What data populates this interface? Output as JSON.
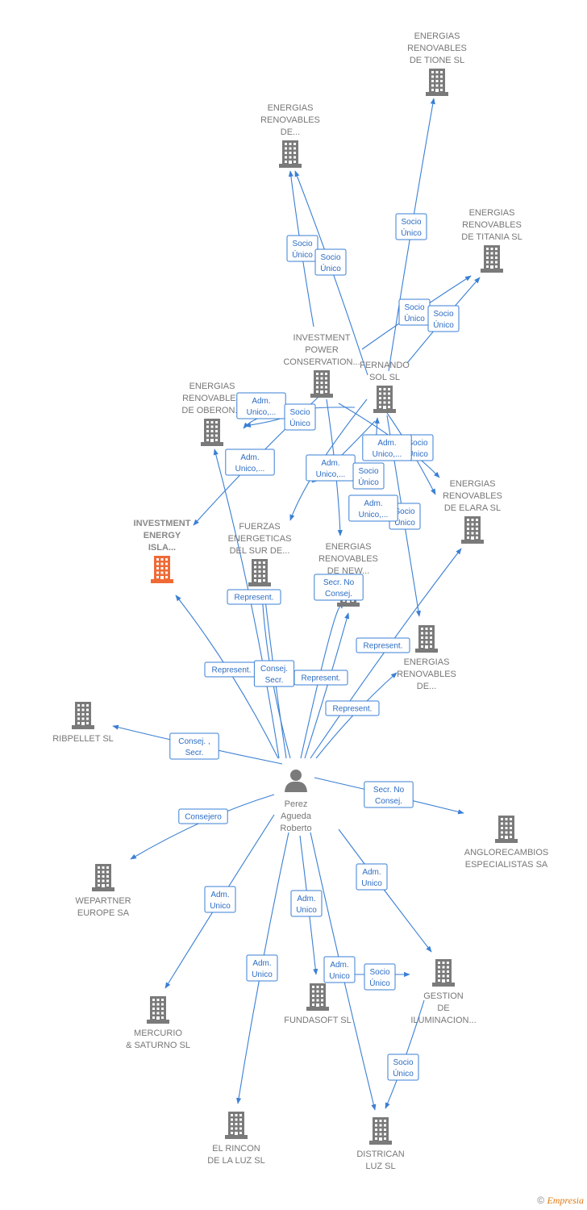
{
  "colors": {
    "edge": "#3a7fd4",
    "node": "#7a7a7a",
    "highlight": "#f06a35",
    "label": "#777777"
  },
  "nodes": [
    {
      "id": "tione",
      "type": "company",
      "label": [
        "ENERGIAS",
        "RENOVABLES",
        "DE TIONE  SL"
      ]
    },
    {
      "id": "de1",
      "type": "company",
      "label": [
        "ENERGIAS",
        "RENOVABLES",
        "DE..."
      ]
    },
    {
      "id": "titania",
      "type": "company",
      "label": [
        "ENERGIAS",
        "RENOVABLES",
        "DE TITANIA  SL"
      ]
    },
    {
      "id": "ipc",
      "type": "company",
      "label": [
        "INVESTMENT",
        "POWER",
        "CONSERVATION..."
      ]
    },
    {
      "id": "fernando",
      "type": "company",
      "label": [
        "FERNANDO",
        "SOL SL"
      ]
    },
    {
      "id": "oberon",
      "type": "company",
      "label": [
        "ENERGIAS",
        "RENOVABLES",
        "DE OBERON..."
      ]
    },
    {
      "id": "iei",
      "type": "company",
      "highlight": true,
      "label": [
        "INVESTMENT",
        "ENERGY",
        "ISLA..."
      ]
    },
    {
      "id": "fuerzas",
      "type": "company",
      "label": [
        "FUERZAS",
        "ENERGETICAS",
        "DEL SUR DE..."
      ]
    },
    {
      "id": "newx",
      "type": "company",
      "label": [
        "ENERGIAS",
        "RENOVABLES",
        "DE NEW..."
      ]
    },
    {
      "id": "elara",
      "type": "company",
      "label": [
        "ENERGIAS",
        "RENOVABLES",
        "DE ELARA  SL"
      ]
    },
    {
      "id": "de2",
      "type": "company",
      "label": [
        "ENERGIAS",
        "RENOVABLES",
        "DE..."
      ]
    },
    {
      "id": "ribpellet",
      "type": "company",
      "label": [
        "RIBPELLET SL"
      ]
    },
    {
      "id": "person",
      "type": "person",
      "label": [
        "Perez",
        "Agueda",
        "Roberto"
      ]
    },
    {
      "id": "anglo",
      "type": "company",
      "label": [
        "ANGLORECAMBIOS",
        "ESPECIALISTAS SA"
      ]
    },
    {
      "id": "wepartner",
      "type": "company",
      "label": [
        "WEPARTNER",
        "EUROPE SA"
      ]
    },
    {
      "id": "mercurio",
      "type": "company",
      "label": [
        "MERCURIO",
        "& SATURNO  SL"
      ]
    },
    {
      "id": "fundasoft",
      "type": "company",
      "label": [
        "FUNDASOFT SL"
      ]
    },
    {
      "id": "gestion",
      "type": "company",
      "label": [
        "GESTION",
        "DE",
        "ILUMINACION..."
      ]
    },
    {
      "id": "rincon",
      "type": "company",
      "label": [
        "EL RINCON",
        "DE LA LUZ SL"
      ]
    },
    {
      "id": "districan",
      "type": "company",
      "label": [
        "DISTRICAN",
        "LUZ SL"
      ]
    }
  ],
  "edge_labels": [
    [
      "Socio",
      "Único"
    ],
    [
      "Socio",
      "Único"
    ],
    [
      "Socio",
      "Único"
    ],
    [
      "Socio",
      "Único"
    ],
    [
      "Socio",
      "Único"
    ],
    [
      "Adm.",
      "Unico,..."
    ],
    [
      "Socio",
      "Único"
    ],
    [
      "Adm.",
      "Unico,..."
    ],
    [
      "Adm.",
      "Unico,..."
    ],
    [
      "Socio",
      "Único"
    ],
    [
      "Socio",
      "Único"
    ],
    [
      "Adm.",
      "Unico,..."
    ],
    [
      "Socio",
      "Único"
    ],
    [
      "Socio",
      "Único"
    ],
    [
      "Adm.",
      "Unico,..."
    ],
    [
      "Represent."
    ],
    [
      "Secr.  No",
      "Consej."
    ],
    [
      "Represent."
    ],
    [
      "Represent."
    ],
    [
      "Consej.",
      "Secr."
    ],
    [
      "Represent."
    ],
    [
      "Represent."
    ],
    [
      "Consej. ,",
      "Secr."
    ],
    [
      "Secr.  No",
      "Consej."
    ],
    [
      "Consejero"
    ],
    [
      "Adm.",
      "Unico"
    ],
    [
      "Adm.",
      "Unico"
    ],
    [
      "Adm.",
      "Unico"
    ],
    [
      "Adm.",
      "Unico"
    ],
    [
      "Adm.",
      "Unico"
    ],
    [
      "Socio",
      "Único"
    ],
    [
      "Socio",
      "Único"
    ]
  ],
  "footer": {
    "copyright": "©",
    "brand": "Empresia"
  }
}
